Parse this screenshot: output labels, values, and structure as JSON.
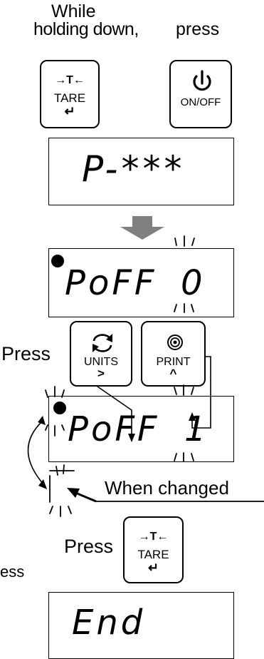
{
  "instructions": {
    "while_line1": "While",
    "while_line2": "holding down,",
    "press_top": "press",
    "press_units": "Press",
    "when_changed": "When  changed",
    "press_tare": "Press",
    "press_cut": "ess"
  },
  "keys": {
    "tare": {
      "arrows": "→T←",
      "label": "TARE",
      "sub": "↵"
    },
    "onoff": {
      "label": "ON/OFF"
    },
    "units": {
      "label": "UNITS",
      "sub": ">"
    },
    "print": {
      "label": "PRINT",
      "sub": "^"
    }
  },
  "displays": {
    "display1": "P-***",
    "display2_left": "PoFF",
    "display2_right": "0",
    "display3_left": "PoFF",
    "display3_right": "1",
    "display4": "End"
  }
}
